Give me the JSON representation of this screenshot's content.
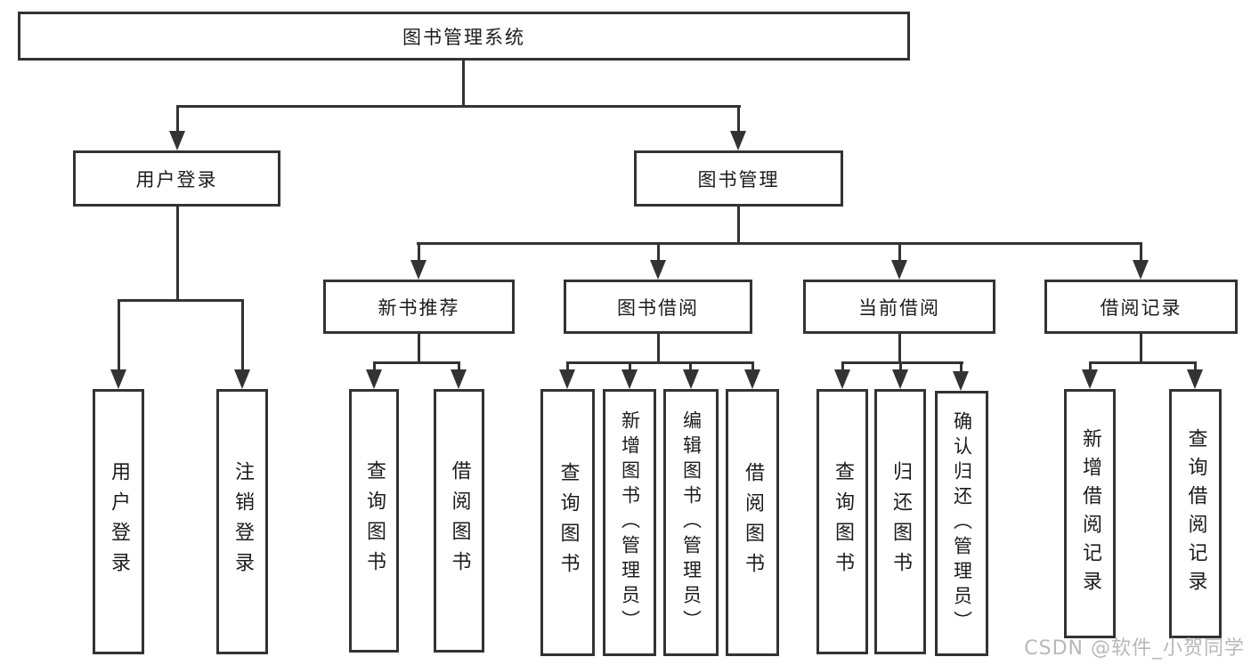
{
  "root": {
    "label": "图书管理系统"
  },
  "modules": {
    "user_login": {
      "label": "用户登录",
      "children": [
        "用户登录",
        "注销登录"
      ]
    },
    "book_mgmt": {
      "label": "图书管理"
    },
    "new_book": {
      "label": "新书推荐",
      "children": [
        "查询图书",
        "借阅图书"
      ]
    },
    "book_borrow": {
      "label": "图书借阅",
      "children": [
        "查询图书",
        "新增图书（管理员）",
        "编辑图书（管理员）",
        "借阅图书"
      ]
    },
    "current_borrow": {
      "label": "当前借阅",
      "children": [
        "查询图书",
        "归还图书",
        "确认归还（管理员）"
      ]
    },
    "borrow_record": {
      "label": "借阅记录",
      "children": [
        "新增借阅记录",
        "查询借阅记录"
      ]
    }
  },
  "watermark": {
    "text": "CSDN @软件_小贺同学"
  },
  "colors": {
    "line": "#333333",
    "text": "#1c1c1c",
    "watermark": "#b8b8b8",
    "background": "#ffffff"
  }
}
